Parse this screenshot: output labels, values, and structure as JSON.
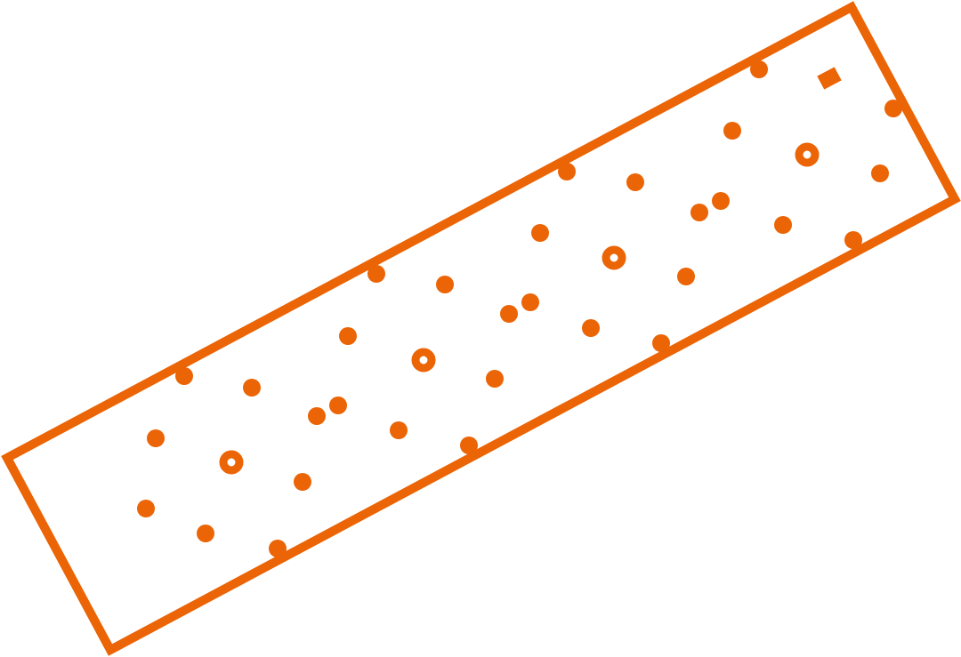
{
  "colors": {
    "accent": "#EB6405",
    "background": "#FFFFFF"
  },
  "marks": {
    "dot_count": 31,
    "ring_count": 4,
    "square_count": 1
  }
}
